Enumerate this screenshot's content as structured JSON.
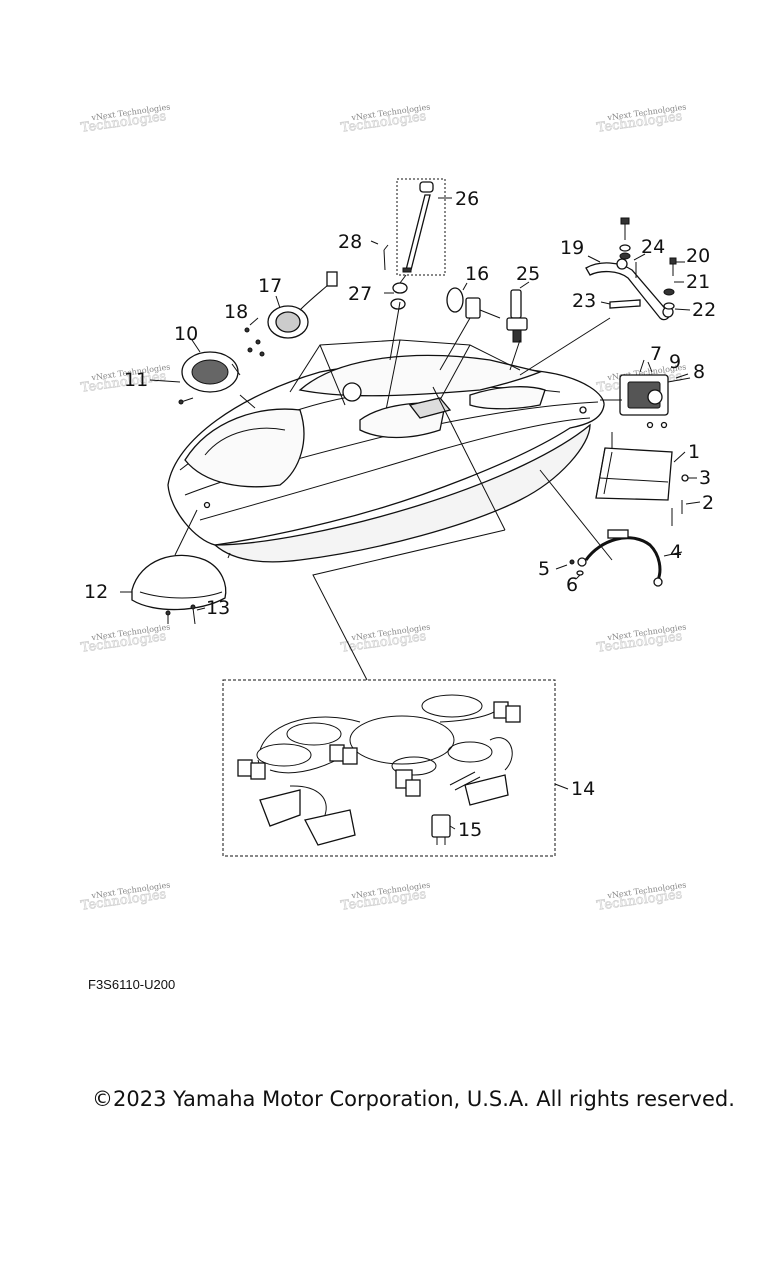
{
  "watermark_text": "vNext Technologies",
  "part_code": "F3S6110-U200",
  "copyright": "©2023 Yamaha Motor Corporation, U.S.A. All rights reserved.",
  "callouts": [
    "1",
    "2",
    "3",
    "4",
    "5",
    "6",
    "7",
    "8",
    "9",
    "10",
    "11",
    "12",
    "13",
    "14",
    "15",
    "16",
    "17",
    "18",
    "19",
    "20",
    "21",
    "22",
    "23",
    "24",
    "25",
    "26",
    "27",
    "28"
  ]
}
